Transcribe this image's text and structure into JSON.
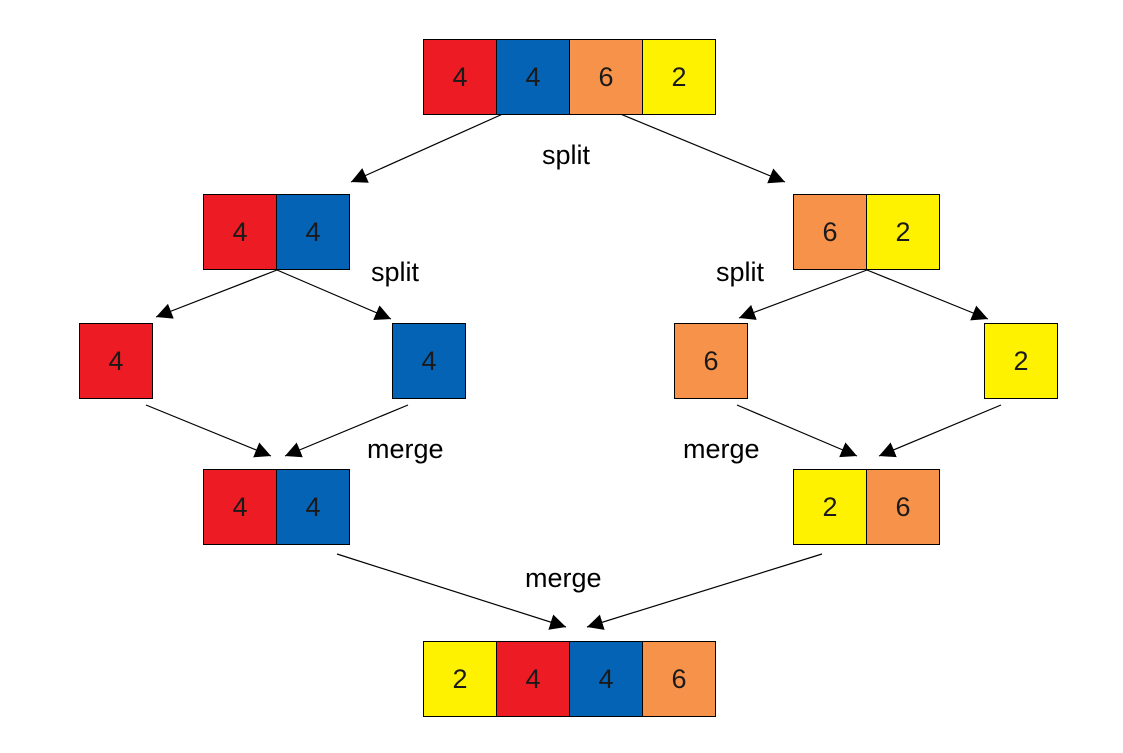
{
  "colors": {
    "red": "#ed1c24",
    "blue": "#0563b5",
    "orange": "#f7924a",
    "yellow": "#fff200"
  },
  "boxes": {
    "top": [
      {
        "v": "4",
        "c": "red"
      },
      {
        "v": "4",
        "c": "blue"
      },
      {
        "v": "6",
        "c": "orange"
      },
      {
        "v": "2",
        "c": "yellow"
      }
    ],
    "left_split": [
      {
        "v": "4",
        "c": "red"
      },
      {
        "v": "4",
        "c": "blue"
      }
    ],
    "right_split": [
      {
        "v": "6",
        "c": "orange"
      },
      {
        "v": "2",
        "c": "yellow"
      }
    ],
    "leaf_1": [
      {
        "v": "4",
        "c": "red"
      }
    ],
    "leaf_2": [
      {
        "v": "4",
        "c": "blue"
      }
    ],
    "leaf_3": [
      {
        "v": "6",
        "c": "orange"
      }
    ],
    "leaf_4": [
      {
        "v": "2",
        "c": "yellow"
      }
    ],
    "left_merge": [
      {
        "v": "4",
        "c": "red"
      },
      {
        "v": "4",
        "c": "blue"
      }
    ],
    "right_merge": [
      {
        "v": "2",
        "c": "yellow"
      },
      {
        "v": "6",
        "c": "orange"
      }
    ],
    "bottom": [
      {
        "v": "2",
        "c": "yellow"
      },
      {
        "v": "4",
        "c": "red"
      },
      {
        "v": "4",
        "c": "blue"
      },
      {
        "v": "6",
        "c": "orange"
      }
    ]
  },
  "labels": {
    "split_top": "split",
    "split_left": "split",
    "split_right": "split",
    "merge_left": "merge",
    "merge_right": "merge",
    "merge_bottom": "merge"
  }
}
